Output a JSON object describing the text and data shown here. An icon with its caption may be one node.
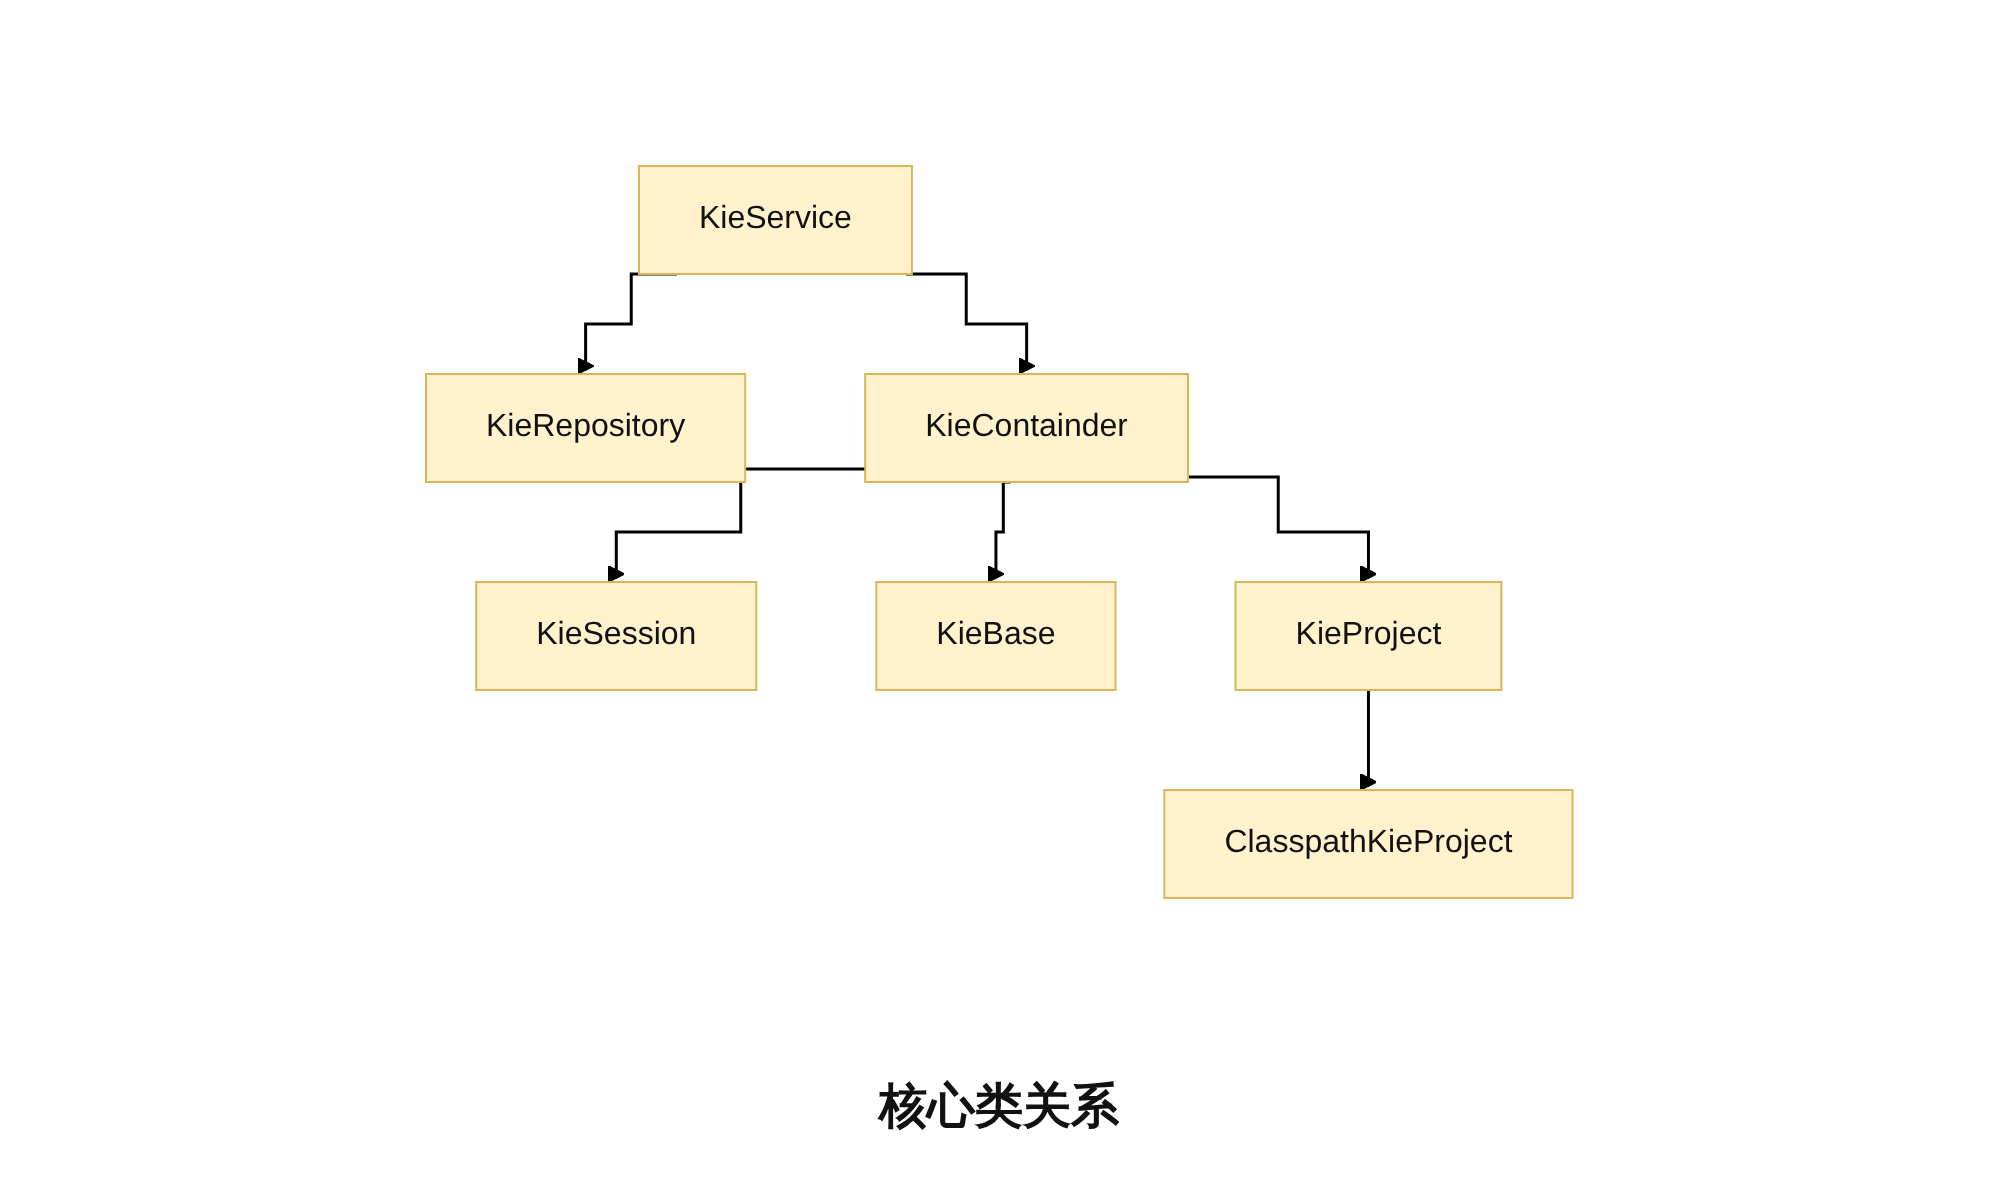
{
  "diagram": {
    "caption": "核心类关系",
    "nodes": [
      {
        "text": [
          "KieService"
        ]
      },
      {
        "text": [
          "KieRepository"
        ]
      },
      {
        "text": [
          "KieContainder"
        ]
      },
      {
        "text": [
          "KieSession"
        ]
      },
      {
        "text": [
          "KieBase"
        ]
      },
      {
        "text": [
          "KieProject"
        ]
      },
      {
        "text": [
          "ClasspathKieProject"
        ]
      }
    ],
    "edges": [
      {
        "from": 0,
        "to": 1,
        "arrow": "to"
      },
      {
        "from": 0,
        "to": 2,
        "arrow": "to"
      },
      {
        "from": 2,
        "to": 3,
        "arrow": "to"
      },
      {
        "from": 2,
        "to": 4,
        "arrow": "to"
      },
      {
        "from": 2,
        "to": 5,
        "arrow": "to"
      },
      {
        "from": 5,
        "to": 6,
        "arrow": "to"
      }
    ]
  }
}
